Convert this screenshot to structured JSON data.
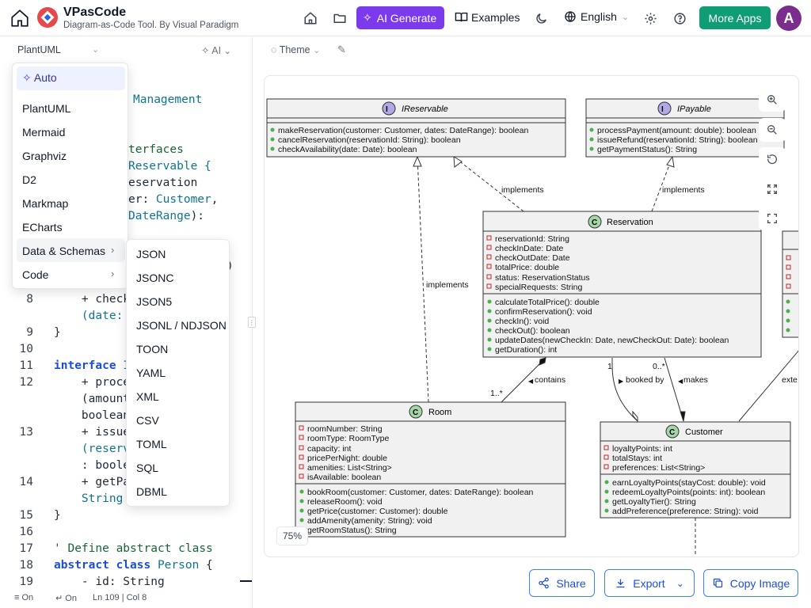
{
  "app": {
    "title": "VPasCode",
    "subtitle": "Diagram-as-Code Tool. By Visual Paradigm"
  },
  "topbar": {
    "ai_generate": "AI Generate",
    "examples": "Examples",
    "language": "English",
    "more_apps": "More Apps",
    "avatar_letter": "A",
    "accent_purple": "#7c3aed",
    "accent_green": "#0f9d75"
  },
  "editor": {
    "language": "PlantUML",
    "ai_label": "AI",
    "lines": [
      {
        "n": "",
        "text": ""
      },
      {
        "n": "",
        "text": ""
      },
      {
        "n": "8",
        "text": "    + check"
      },
      {
        "n": "",
        "text": "    (date:"
      },
      {
        "n": "9",
        "text": "}"
      },
      {
        "n": "10",
        "text": ""
      },
      {
        "n": "11",
        "text": "interface I"
      },
      {
        "n": "12",
        "text": "    + proce"
      },
      {
        "n": "",
        "text": "    (amount"
      },
      {
        "n": "",
        "text": "    boolean"
      },
      {
        "n": "13",
        "text": "    + issue"
      },
      {
        "n": "",
        "text": "    (reserv"
      },
      {
        "n": "",
        "text": "    : boole"
      },
      {
        "n": "14",
        "text": "    + getPa"
      },
      {
        "n": "",
        "text": "    String"
      },
      {
        "n": "15",
        "text": "}"
      },
      {
        "n": "16",
        "text": ""
      },
      {
        "n": "17",
        "text": "' Define abstract class"
      },
      {
        "n": "18",
        "text": "abstract class Person {"
      },
      {
        "n": "19",
        "text": "    - id: String"
      }
    ],
    "visible_fragments": {
      "management": "Management",
      "interfaces": "terfaces",
      "ireservable": "Reservable {",
      "reservation": "eservation",
      "customer": "er: Customer,",
      "daterange": "DateRange):",
      "paren": ")"
    },
    "status": {
      "wrap": "On",
      "minimap": "On",
      "position": "Ln 109 | Col 8"
    }
  },
  "menu": {
    "items": [
      "Auto",
      "PlantUML",
      "Mermaid",
      "Graphviz",
      "D2",
      "Markmap",
      "ECharts",
      "Data & Schemas",
      "Code"
    ],
    "selected": "Auto",
    "submenu": [
      "JSON",
      "JSONC",
      "JSON5",
      "JSONL / NDJSON",
      "TOON",
      "YAML",
      "XML",
      "CSV",
      "TOML",
      "SQL",
      "DBML"
    ]
  },
  "preview": {
    "theme_label": "Theme",
    "zoom": "75%",
    "share": "Share",
    "export": "Export",
    "copy_image": "Copy Image"
  },
  "diagram": {
    "classes": [
      {
        "name": "IReservable",
        "stereotype": "I",
        "methods": [
          "makeReservation(customer: Customer, dates: DateRange): boolean",
          "cancelReservation(reservationId: String): boolean",
          "checkAvailability(date: Date): boolean"
        ]
      },
      {
        "name": "IPayable",
        "stereotype": "I",
        "methods": [
          "processPayment(amount: double): boolean",
          "issueRefund(reservationId: String): boolean",
          "getPaymentStatus(): String"
        ]
      },
      {
        "name": "Reservation",
        "stereotype": "C",
        "fields": [
          "reservationId: String",
          "checkInDate: Date",
          "checkOutDate: Date",
          "totalPrice: double",
          "status: ReservationStatus",
          "specialRequests: String"
        ],
        "methods": [
          "calculateTotalPrice(): double",
          "confirmReservation(): void",
          "checkIn(): void",
          "checkOut(): boolean",
          "updateDates(newCheckIn: Date, newCheckOut: Date): boolean",
          "getDuration(): int"
        ]
      },
      {
        "name": "Room",
        "stereotype": "C",
        "fields": [
          "roomNumber: String",
          "roomType: RoomType",
          "capacity: int",
          "pricePerNight: double",
          "amenities: List<String>",
          "isAvailable: boolean"
        ],
        "methods": [
          "bookRoom(customer: Customer, dates: DateRange): boolean",
          "releaseRoom(): void",
          "getPrice(customer: Customer): double",
          "addAmenity(amenity: String): void",
          "getRoomStatus(): String"
        ]
      },
      {
        "name": "Customer",
        "stereotype": "C",
        "fields": [
          "loyaltyPoints: int",
          "totalStays: int",
          "preferences: List<String>"
        ],
        "methods": [
          "earnLoyaltyPoints(stayCost: double): void",
          "redeemLoyaltyPoints(points: int): boolean",
          "getLoyaltyTier(): String",
          "addPreference(preference: String): void"
        ]
      }
    ],
    "labels": {
      "implements": "implements",
      "contains": "contains",
      "booked_by": "booked by",
      "makes": "makes",
      "extends": "exte",
      "mult_one_many": "1..*",
      "mult_one": "1",
      "mult_zero_many": "0..*"
    }
  }
}
